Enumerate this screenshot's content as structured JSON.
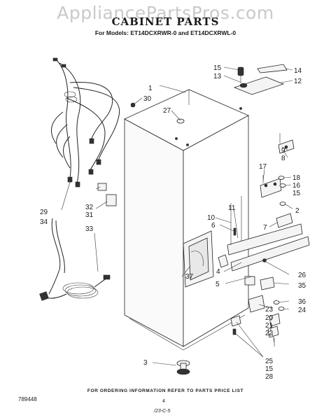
{
  "watermark": "AppliancePartsPros.com",
  "title": "CABINET PARTS",
  "models": "For Models: ET14DCXRWR-0 and ET14DCXRWL-0",
  "ordering_note": "FOR ORDERING INFORMATION REFER TO PARTS PRICE LIST",
  "doc_number": "789448",
  "page_number": "4",
  "handwritten_code": "/23-C-5",
  "callouts": {
    "c1": "1",
    "c2": "2",
    "c3": "3",
    "c4": "4",
    "c5": "5",
    "c6": "6",
    "c7": "7",
    "c8": "8",
    "c9": "9",
    "c10": "10",
    "c11": "11",
    "c12": "12",
    "c13": "13",
    "c14": "14",
    "c15a": "15",
    "c15b": "15",
    "c15c": "15",
    "c16": "16",
    "c17": "17",
    "c18": "18",
    "c20": "20",
    "c21": "21",
    "c22": "22",
    "c23": "23",
    "c24": "24",
    "c25": "25",
    "c26": "26",
    "c27": "27",
    "c28": "28",
    "c29": "29",
    "c30": "30",
    "c31": "31",
    "c32": "32",
    "c33": "33",
    "c34": "34",
    "c35": "35",
    "c36": "36",
    "c37": "37"
  }
}
